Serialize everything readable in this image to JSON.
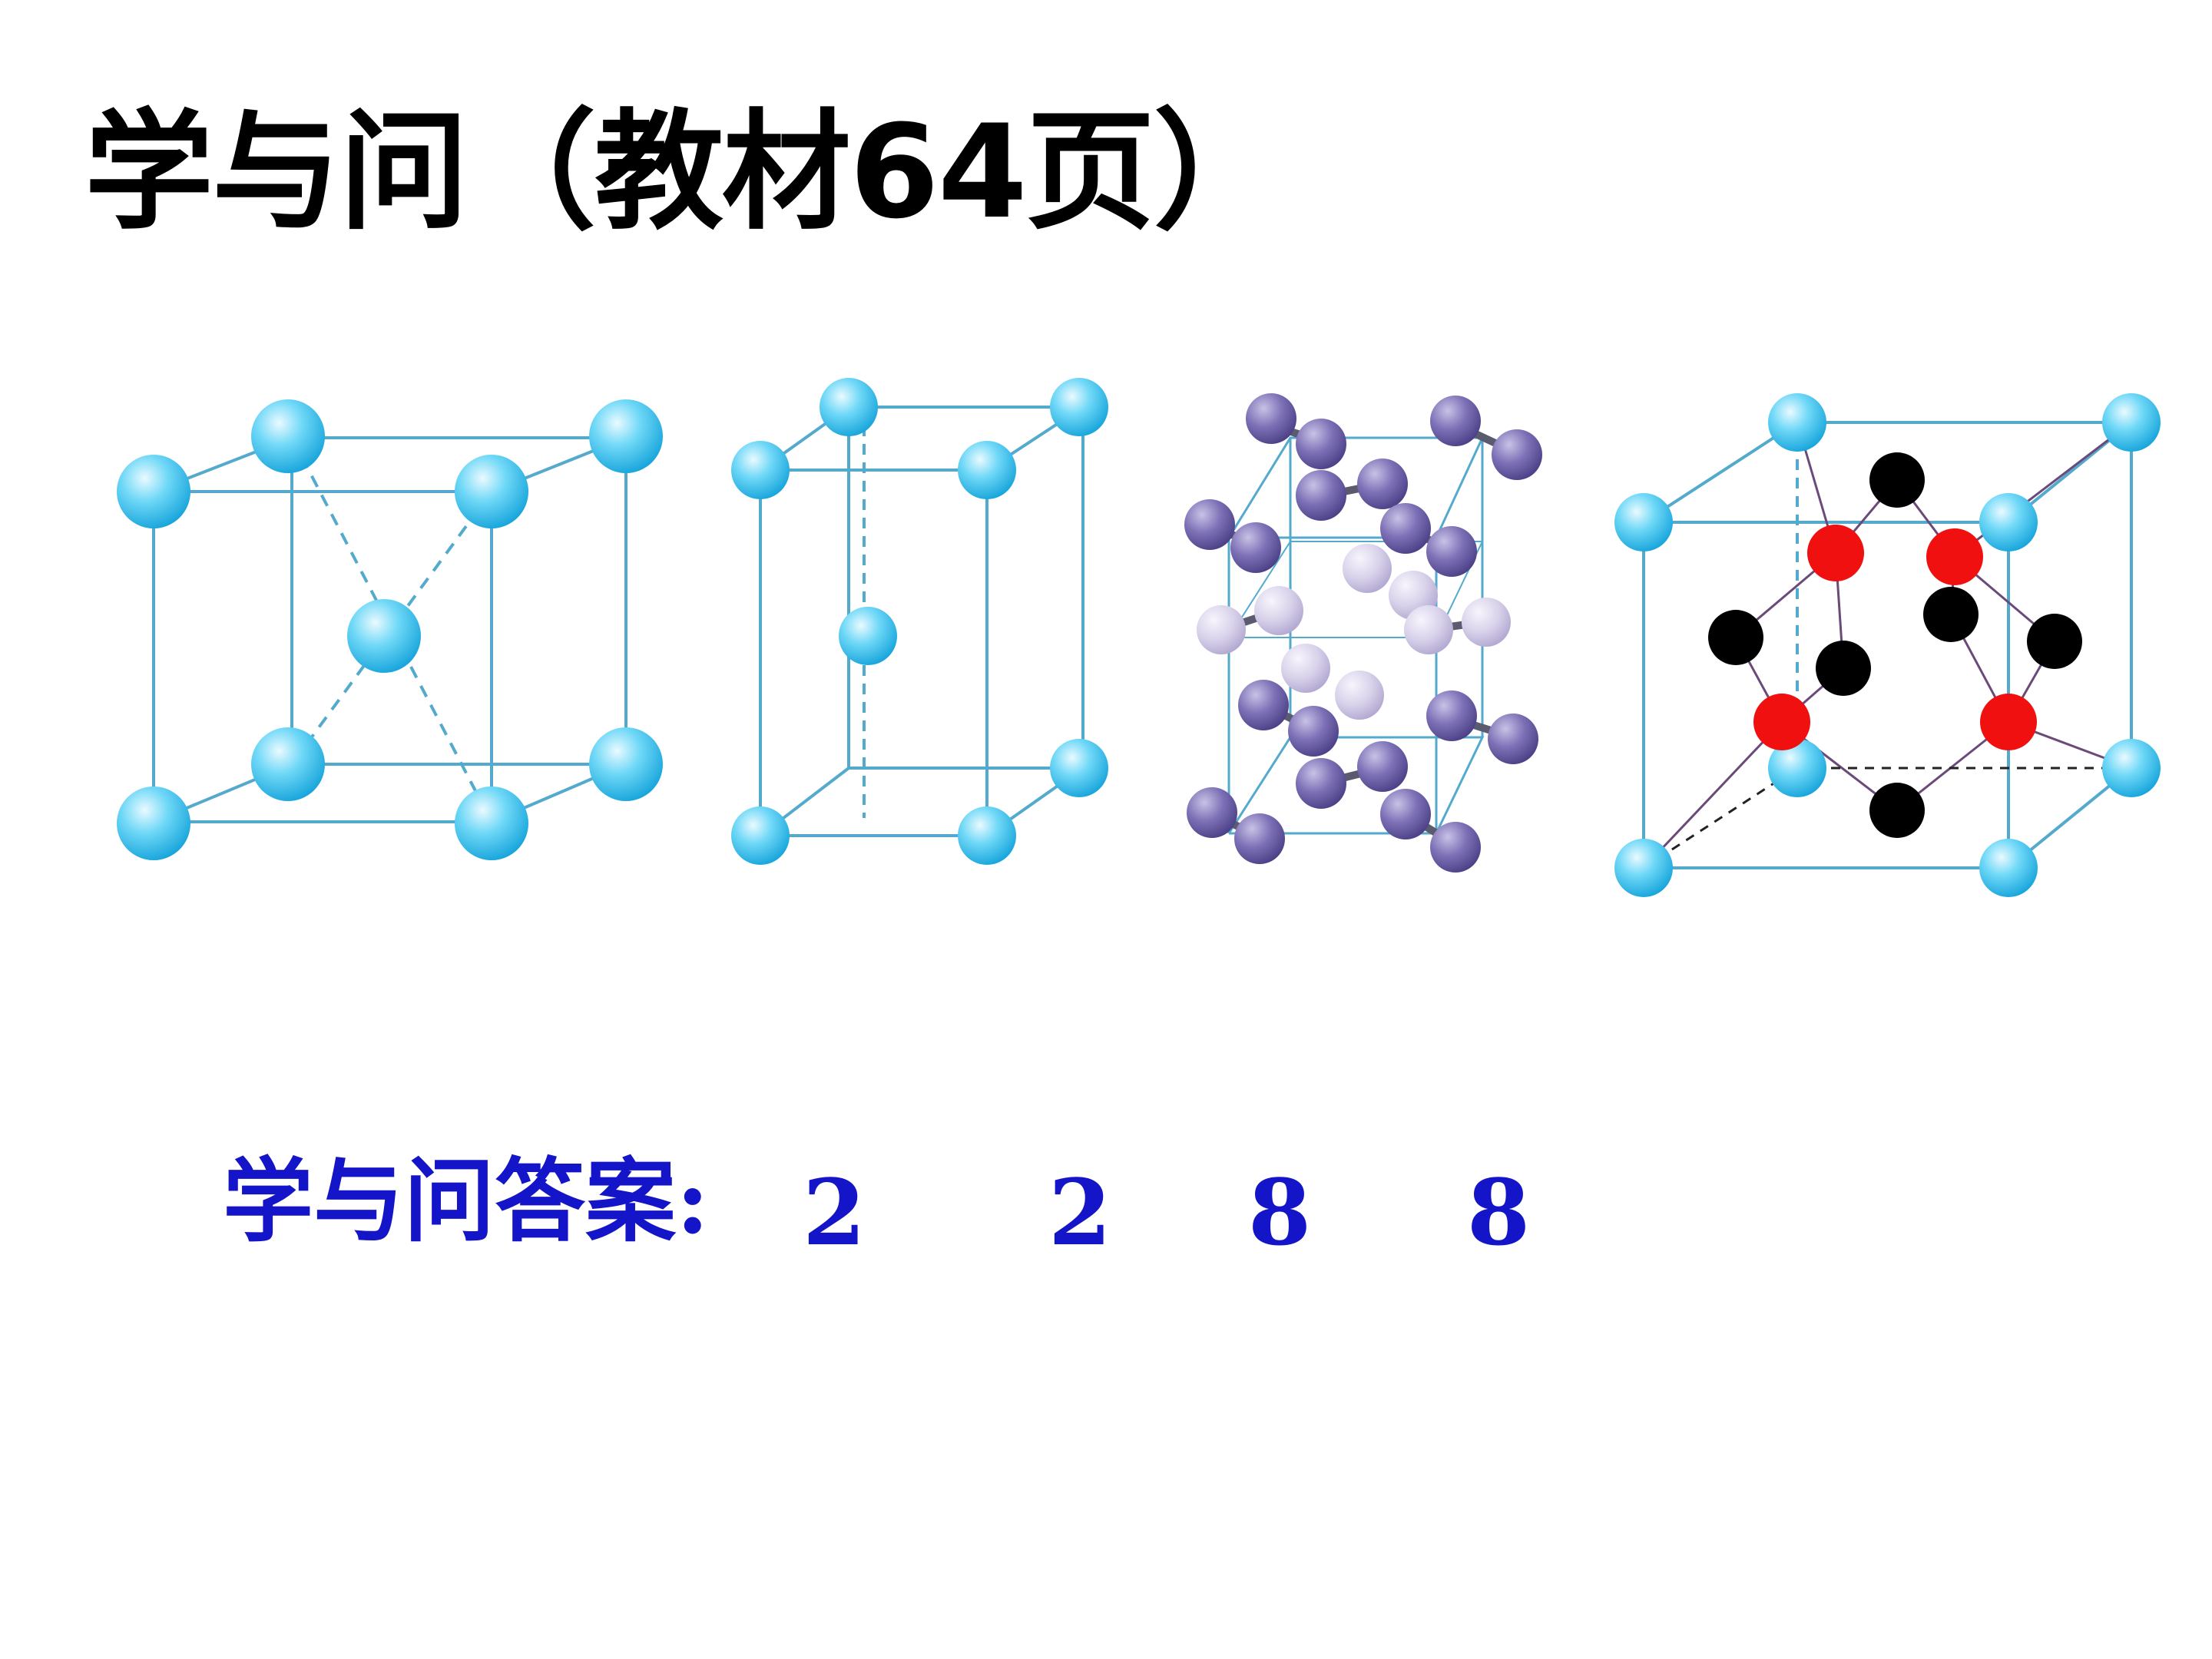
{
  "title": "学与问（教材64页）",
  "answer": {
    "label": "学与问答案:",
    "values": [
      "2",
      "2",
      "8",
      "8"
    ]
  },
  "colors": {
    "title": "#000000",
    "answer": "#1414c8",
    "atom_blue": "#3cc4ee",
    "edge_blue": "#54aacc",
    "atom_purple": "#7a6cb0",
    "atom_lavender": "#d6cfe8",
    "atom_red": "#f01010",
    "atom_black": "#000000"
  }
}
